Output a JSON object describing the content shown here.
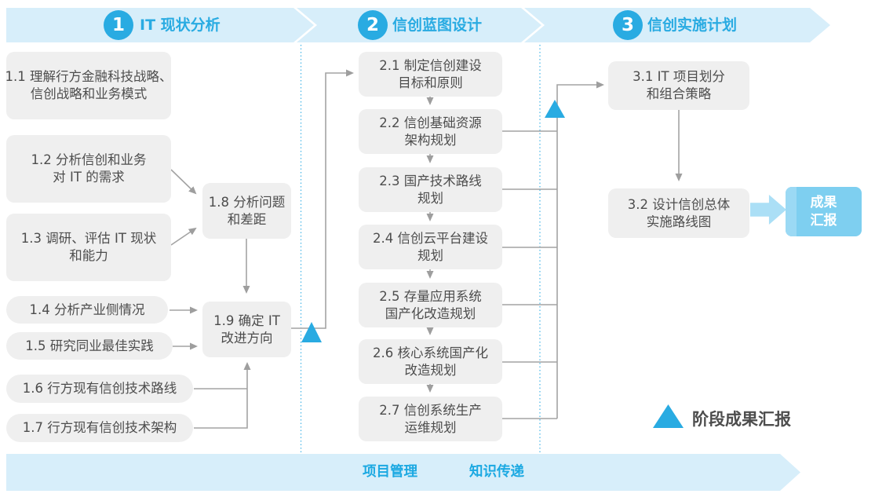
{
  "phases": [
    {
      "number": "1",
      "title": "IT 现状分析"
    },
    {
      "number": "2",
      "title": "信创蓝图设计"
    },
    {
      "number": "3",
      "title": "信创实施计划"
    }
  ],
  "boxes": {
    "b1_1": {
      "l1": "1.1 理解行方金融科技战略、",
      "l2": "信创战略和业务模式"
    },
    "b1_2": {
      "l1": "1.2 分析信创和业务",
      "l2": "对 IT 的需求"
    },
    "b1_3": {
      "l1": "1.3 调研、评估 IT 现状",
      "l2": "和能力"
    },
    "b1_4": {
      "l1": "1.4 分析产业侧情况"
    },
    "b1_5": {
      "l1": "1.5 研究同业最佳实践"
    },
    "b1_6": {
      "l1": "1.6 行方现有信创技术路线"
    },
    "b1_7": {
      "l1": "1.7 行方现有信创技术架构"
    },
    "b1_8": {
      "l1": "1.8 分析问题",
      "l2": "和差距"
    },
    "b1_9": {
      "l1": "1.9 确定 IT",
      "l2": "改进方向"
    },
    "b2_1": {
      "l1": "2.1 制定信创建设",
      "l2": "目标和原则"
    },
    "b2_2": {
      "l1": "2.2 信创基础资源",
      "l2": "架构规划"
    },
    "b2_3": {
      "l1": "2.3 国产技术路线",
      "l2": "规划"
    },
    "b2_4": {
      "l1": "2.4 信创云平台建设",
      "l2": "规划"
    },
    "b2_5": {
      "l1": "2.5 存量应用系统",
      "l2": "国产化改造规划"
    },
    "b2_6": {
      "l1": "2.6 核心系统国产化",
      "l2": "改造规划"
    },
    "b2_7": {
      "l1": "2.7 信创系统生产",
      "l2": "运维规划"
    },
    "b3_1": {
      "l1": "3.1 IT 项目划分",
      "l2": "和组合策略"
    },
    "b3_2": {
      "l1": "3.2 设计信创总体",
      "l2": "实施路线图"
    }
  },
  "result": {
    "l1": "成果",
    "l2": "汇报"
  },
  "legend": {
    "label": "阶段成果汇报"
  },
  "bottom": {
    "left_label": "项目管理",
    "right_label": "知识传递"
  },
  "colors": {
    "accent_blue": "#29abe2",
    "band_light_blue": "#d7eefa",
    "box_gray": "#efefef",
    "box_text": "#4d4d4d",
    "connector_gray": "#a3a3a3",
    "result_box_blue": "#7ecff0",
    "fat_arrow_blue": "#abdff6"
  }
}
